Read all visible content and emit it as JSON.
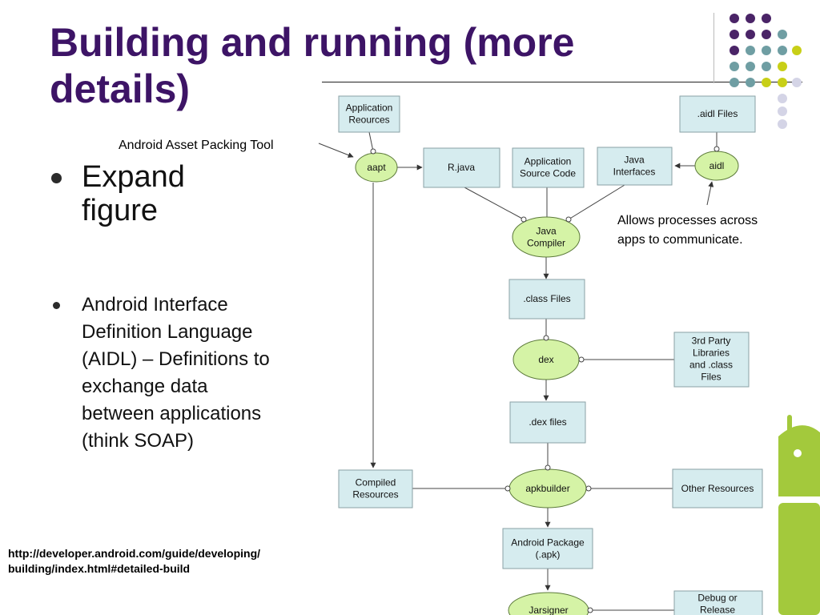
{
  "slide": {
    "title": "Building and running (more details)",
    "bullets": [
      "Expand figure",
      "Android Interface Definition Language (AIDL) – Definitions to exchange data between applications (think SOAP)"
    ],
    "source_url": "http://developer.android.com/guide/developing/building/index.html#detailed-build"
  },
  "colors": {
    "title": "#3d1466",
    "dot_purple": "#4a2467",
    "dot_teal": "#6f9ea3",
    "dot_yellow": "#c8cf17",
    "dot_lavender": "#d4d4e6",
    "android_green": "#a3c93c"
  },
  "diagram": {
    "boxes": {
      "app_resources": [
        "Application",
        "Reources"
      ],
      "aidl_files": [
        ".aidl Files"
      ],
      "r_java": [
        "R.java"
      ],
      "app_source": [
        "Application",
        "Source Code"
      ],
      "java_interfaces": [
        "Java",
        "Interfaces"
      ],
      "class_files": [
        ".class Files"
      ],
      "third_party": [
        "3rd Party",
        "Libraries",
        "and .class",
        "Files"
      ],
      "dex_files": [
        ".dex files"
      ],
      "compiled_resources": [
        "Compiled",
        "Resources"
      ],
      "other_resources": [
        "Other Resources"
      ],
      "android_package": [
        "Android Package",
        "(.apk)"
      ],
      "debug_release": [
        "Debug or",
        "Release"
      ]
    },
    "tools": {
      "aapt": [
        "aapt"
      ],
      "aidl": [
        "aidl"
      ],
      "java_compiler": [
        "Java",
        "Compiler"
      ],
      "dex": [
        "dex"
      ],
      "apkbuilder": [
        "apkbuilder"
      ],
      "jarsigner": [
        "Jarsigner"
      ]
    },
    "annotations": {
      "aapt_note": "Android Asset Packing Tool",
      "aidl_note": [
        "Allows processes across",
        "apps to communicate."
      ]
    }
  }
}
